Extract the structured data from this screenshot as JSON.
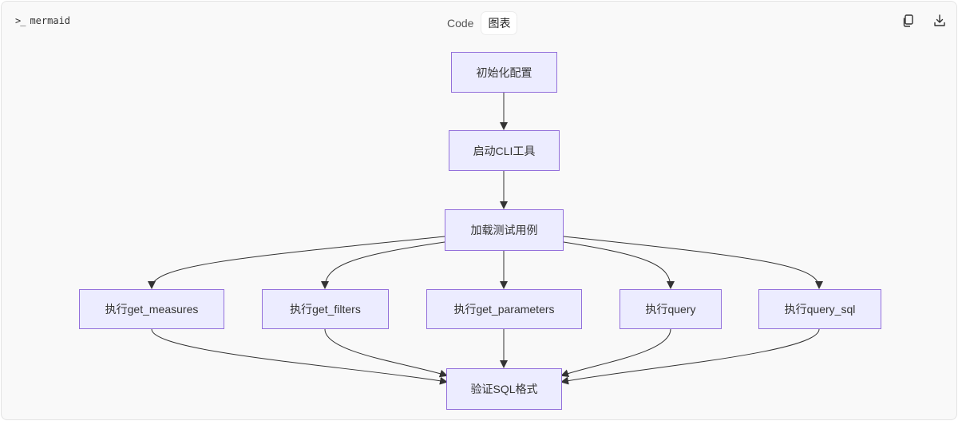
{
  "toolbar": {
    "language_label": "mermaid",
    "tabs": [
      {
        "label": "Code",
        "active": false
      },
      {
        "label": "图表",
        "active": true
      }
    ],
    "copy_icon": "copy-icon",
    "download_icon": "download-icon"
  },
  "diagram": {
    "type": "flowchart TD",
    "node_fill": "#ECECFF",
    "node_stroke": "#9370DB",
    "edge_color": "#333333",
    "nodes": [
      {
        "id": "init",
        "label": "初始化配置"
      },
      {
        "id": "cli",
        "label": "启动CLI工具"
      },
      {
        "id": "load",
        "label": "加载测试用例"
      },
      {
        "id": "measures",
        "label": "执行get_measures"
      },
      {
        "id": "filters",
        "label": "执行get_filters"
      },
      {
        "id": "parameters",
        "label": "执行get_parameters"
      },
      {
        "id": "query",
        "label": "执行query"
      },
      {
        "id": "query_sql",
        "label": "执行query_sql"
      },
      {
        "id": "verify",
        "label": "验证SQL格式"
      }
    ],
    "edges": [
      [
        "init",
        "cli"
      ],
      [
        "cli",
        "load"
      ],
      [
        "load",
        "measures"
      ],
      [
        "load",
        "filters"
      ],
      [
        "load",
        "parameters"
      ],
      [
        "load",
        "query"
      ],
      [
        "load",
        "query_sql"
      ],
      [
        "measures",
        "verify"
      ],
      [
        "filters",
        "verify"
      ],
      [
        "parameters",
        "verify"
      ],
      [
        "query",
        "verify"
      ],
      [
        "query_sql",
        "verify"
      ]
    ]
  }
}
